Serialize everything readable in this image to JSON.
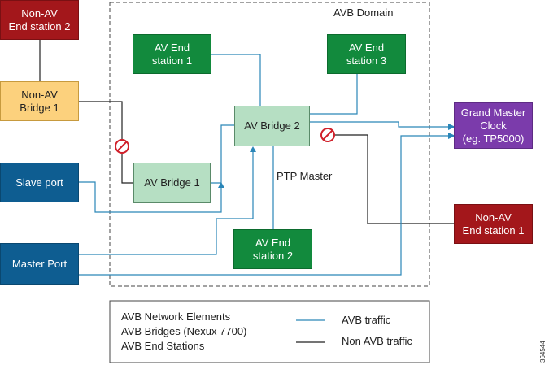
{
  "domain_label": "AVB Domain",
  "ptp_label": "PTP Master",
  "nodes": {
    "non_av_end_station_2": "Non-AV\nEnd station 2",
    "non_av_bridge_1": "Non-AV\nBridge 1",
    "slave_port": "Slave port",
    "master_port": "Master Port",
    "av_end_station_1": "AV End\nstation 1",
    "av_end_station_3": "AV End\nstation 3",
    "av_bridge_2": "AV Bridge 2",
    "av_bridge_1": "AV Bridge 1",
    "av_end_station_2": "AV End\nstation 2",
    "grand_master_clock": "Grand Master\nClock\n(eg. TP5000)",
    "non_av_end_station_1": "Non-AV\nEnd station 1"
  },
  "legend": {
    "network_elements": "AVB Network Elements",
    "bridges": "AVB Bridges (Nexux 7700)",
    "end_stations": "AVB End Stations",
    "avb_traffic": "AVB traffic",
    "non_avb_traffic": "Non AVB traffic"
  },
  "colors": {
    "avb_line": "#2a86b8",
    "non_avb_line": "#222222",
    "blocked_icon": "#d0202a"
  },
  "figure_id": "364544"
}
